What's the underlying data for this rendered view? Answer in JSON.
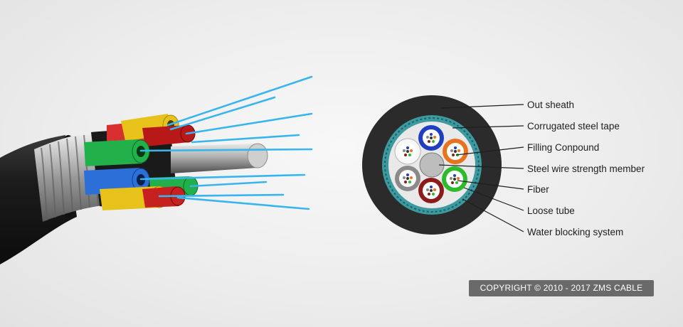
{
  "diagram": {
    "callouts": [
      "Out sheath",
      "Corrugated steel tape",
      "Filling Conpound",
      "Steel wire strength member",
      "Fiber",
      "Loose tube",
      "Water blocking system"
    ],
    "copyright": "COPYRIGHT © 2010 - 2017 ZMS CABLE",
    "colors": {
      "sheath": "#2b2b2b",
      "armor": "#3c9aa0",
      "tube_blue": "#1f3fc0",
      "tube_orange": "#e8731e",
      "tube_green": "#2dbb2d",
      "tube_red": "#8c1c1c",
      "tube_gray": "#8a8a8a",
      "tube_white": "#f2f2f2",
      "fiber_strand": "#37b5ec",
      "tube_yellow": "#e6c21a"
    }
  }
}
